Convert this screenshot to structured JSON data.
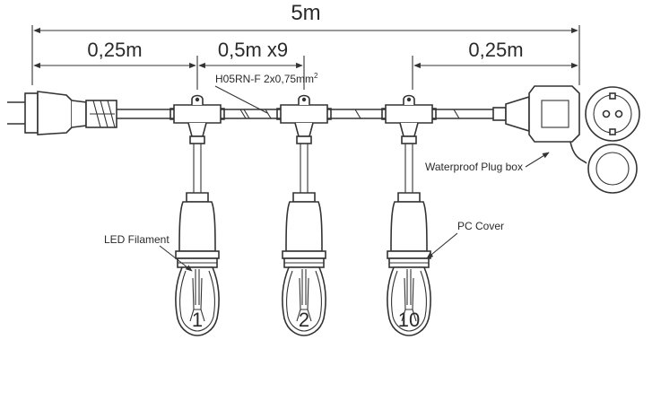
{
  "dimensions": {
    "total_length": "5m",
    "left_lead": "0,25m",
    "spacing": "0,5m x9",
    "right_lead": "0,25m"
  },
  "cable": {
    "spec": "H05RN-F 2x0,75mm",
    "spec_sup": "2"
  },
  "callouts": {
    "plug_box": "Waterproof Plug box",
    "led": "LED Filament",
    "cover": "PC Cover"
  },
  "bulbs": {
    "labels": [
      "1",
      "2",
      "10"
    ]
  }
}
